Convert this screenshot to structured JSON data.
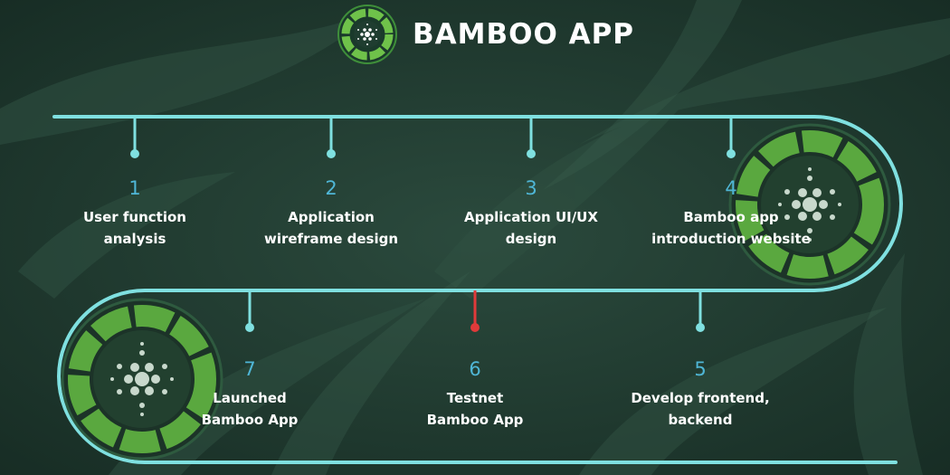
{
  "header": {
    "title": "BAMBOO APP",
    "logo": "bamboo-cardano-logo"
  },
  "colors": {
    "background": "#1f3a30",
    "track": "#7fe0e0",
    "node": "#7fe0e0",
    "highlight_node": "#e03a3a",
    "number": "#4fb6d6",
    "text": "#ffffff"
  },
  "steps": [
    {
      "num": "1",
      "label": "User function\nanalysis"
    },
    {
      "num": "2",
      "label": "Application\nwireframe design"
    },
    {
      "num": "3",
      "label": "Application UI/UX\ndesign"
    },
    {
      "num": "4",
      "label": "Bamboo app\nintroduction website"
    },
    {
      "num": "5",
      "label": "Develop frontend,\nbackend"
    },
    {
      "num": "6",
      "label": "Testnet\nBamboo App",
      "highlight": true
    },
    {
      "num": "7",
      "label": "Launched\nBamboo App"
    }
  ]
}
